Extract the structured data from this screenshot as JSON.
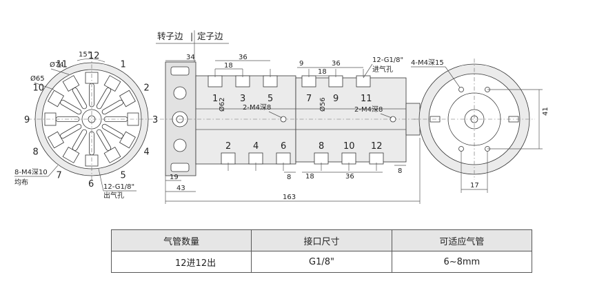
{
  "drawing": {
    "header_rotor": "转子边",
    "header_sep": "|",
    "header_stator": "定子边",
    "front_view": {
      "labels": {
        "dia74": "Ø74",
        "dia65": "Ø65",
        "angle": "15°",
        "bolt_note_1": "8-M4深10",
        "bolt_note_2": "均布",
        "outlet_note_1": "12-G1/8\"",
        "outlet_note_2": "出气孔"
      },
      "ports": [
        "1",
        "2",
        "3",
        "4",
        "5",
        "6",
        "7",
        "8",
        "9",
        "10",
        "11",
        "12"
      ]
    },
    "side_view": {
      "dims": {
        "d34": "34",
        "d36_left": "36",
        "d18_left": "18",
        "d9": "9",
        "d18_right": "18",
        "d36_right": "36",
        "d19": "19",
        "d43": "43",
        "d163": "163",
        "d8_a": "8",
        "d8_b": "8",
        "d18_bottom": "18",
        "d36_bottom": "36",
        "phi62": "Ø62",
        "phi56": "Ø56"
      },
      "notes": {
        "m4_left": "2-M4深8",
        "m4_right": "2-M4深8",
        "inlet_1": "12-G1/8\"",
        "inlet_2": "进气孔"
      },
      "top_ports": [
        "1",
        "3",
        "5",
        "7",
        "9",
        "11"
      ],
      "bottom_ports": [
        "2",
        "4",
        "6",
        "8",
        "10",
        "12"
      ]
    },
    "rear_view": {
      "note": "4-M4深15",
      "d41": "41",
      "d17": "17"
    }
  },
  "spec_table": {
    "headers": [
      "气管数量",
      "接口尺寸",
      "可适应气管"
    ],
    "row": [
      "12进12出",
      "G1/8\"",
      "6~8mm"
    ]
  }
}
